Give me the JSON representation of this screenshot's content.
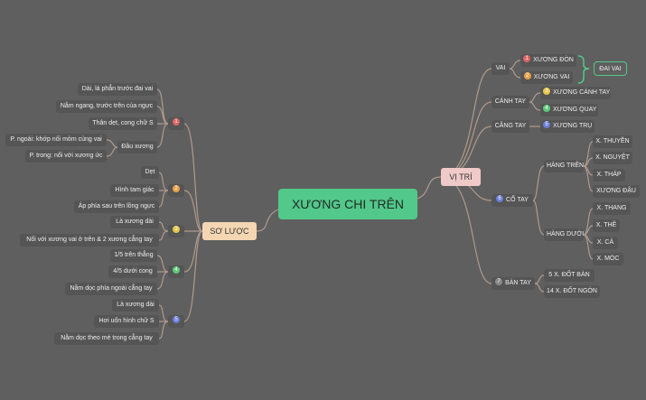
{
  "root": "XƯƠNG CHI TRÊN",
  "left_main": "SƠ LƯỢC",
  "right_main": "VỊ TRÍ",
  "colors": {
    "red": "#e06464",
    "orange": "#e8a14a",
    "yellow": "#e8c64a",
    "green": "#5ec97a",
    "blue": "#6b7fd8"
  },
  "left": {
    "b1": {
      "num": "1",
      "items": [
        "Dài, lá phẳn trước đai vai",
        "Nằm ngang, trước trên của ngực",
        "Thân dẹt, cong chữ S",
        "Đầu xương"
      ],
      "sub": [
        "P. ngoài: khớp nối mỏm cùng vai",
        "P. trong: nối với xương ức"
      ]
    },
    "b2": {
      "num": "2",
      "items": [
        "Dẹt",
        "Hình tam giác",
        "Áp phía sau trên lồng ngực"
      ]
    },
    "b3": {
      "num": "3",
      "items": [
        "Là xương dài",
        "Nối với xương vai ở trên & 2 xương cẳng tay"
      ]
    },
    "b4": {
      "num": "4",
      "items": [
        "1/5 trên thẳng",
        "4/5 dưới cong",
        "Nằm dọc phía ngoài cẳng tay"
      ]
    },
    "b5": {
      "num": "5",
      "items": [
        "Là xương dài",
        "Hơi uốn hình chữ S",
        "Nằm dọc theo mé trong cẳng tay"
      ]
    }
  },
  "right": {
    "vai": {
      "label": "VAI",
      "items": [
        {
          "num": "1",
          "text": "XƯƠNG ĐÒN"
        },
        {
          "num": "2",
          "text": "XƯƠNG VAI"
        }
      ],
      "group": "ĐAI VAI"
    },
    "canh_tay": {
      "label": "CÁNH TAY",
      "item": {
        "num": "3",
        "text": "XƯƠNG CÁNH TAY"
      }
    },
    "cang_tay": {
      "label": "CẲNG TAY",
      "items": [
        {
          "num": "4",
          "text": "XƯƠNG QUAY"
        },
        {
          "num": "5",
          "text": "XƯƠNG TRỤ"
        }
      ]
    },
    "co_tay": {
      "num": "6",
      "label": "CỔ TAY",
      "hang_tren": {
        "label": "HÀNG TRÊN",
        "items": [
          "X. THUYỀN",
          "X. NGUYỆT",
          "X. THÁP",
          "XƯƠNG ĐẬU"
        ]
      },
      "hang_duoi": {
        "label": "HÀNG DƯỚI",
        "items": [
          "X. THANG",
          "X. THÊ",
          "X. CẢ",
          "X. MÓC"
        ]
      }
    },
    "ban_tay": {
      "num": "7",
      "label": "BÀN TAY",
      "items": [
        "5 X. ĐỐT BÀN",
        "14 X. ĐỐT NGÓN"
      ]
    }
  }
}
